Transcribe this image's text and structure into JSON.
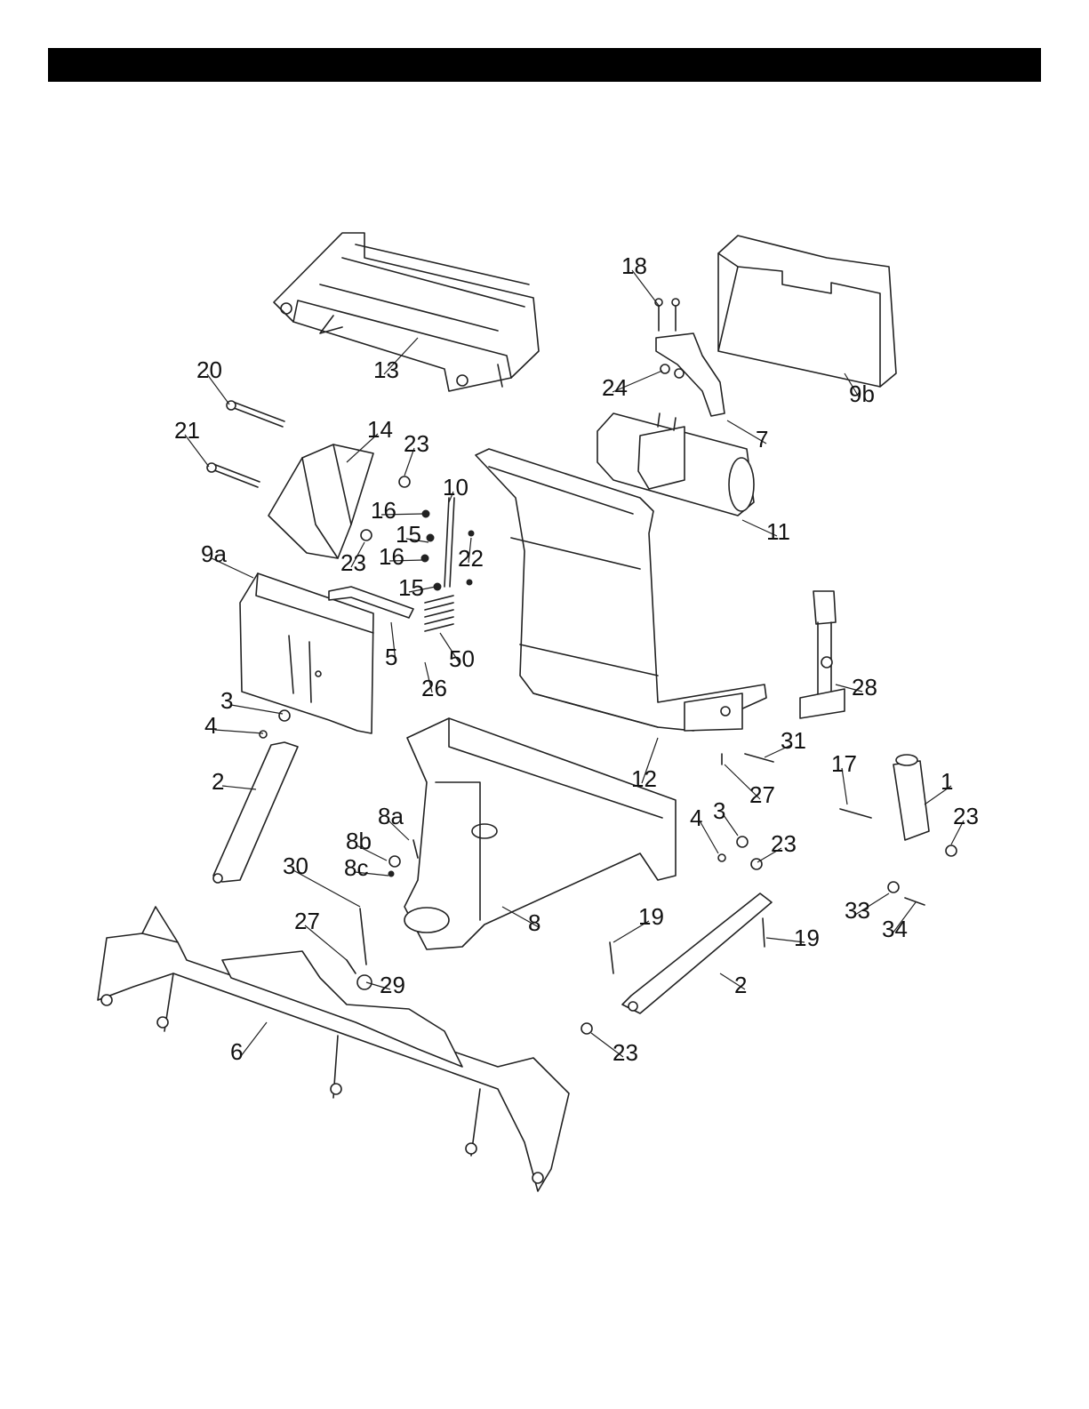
{
  "colors": {
    "header_bar": "#000000",
    "line_art": "#222222",
    "background": "#ffffff"
  },
  "callouts": [
    {
      "id": "c1",
      "label": "1"
    },
    {
      "id": "c2a",
      "label": "2"
    },
    {
      "id": "c2b",
      "label": "2"
    },
    {
      "id": "c3a",
      "label": "3"
    },
    {
      "id": "c3b",
      "label": "3"
    },
    {
      "id": "c4a",
      "label": "4"
    },
    {
      "id": "c4b",
      "label": "4"
    },
    {
      "id": "c5",
      "label": "5"
    },
    {
      "id": "c6",
      "label": "6"
    },
    {
      "id": "c7",
      "label": "7"
    },
    {
      "id": "c8",
      "label": "8"
    },
    {
      "id": "c8a",
      "label": "8a"
    },
    {
      "id": "c8b",
      "label": "8b"
    },
    {
      "id": "c8c",
      "label": "8c"
    },
    {
      "id": "c9a",
      "label": "9a"
    },
    {
      "id": "c9b",
      "label": "9b"
    },
    {
      "id": "c10",
      "label": "10"
    },
    {
      "id": "c11",
      "label": "11"
    },
    {
      "id": "c12",
      "label": "12"
    },
    {
      "id": "c13",
      "label": "13"
    },
    {
      "id": "c14",
      "label": "14"
    },
    {
      "id": "c15a",
      "label": "15"
    },
    {
      "id": "c15b",
      "label": "15"
    },
    {
      "id": "c16a",
      "label": "16"
    },
    {
      "id": "c16b",
      "label": "16"
    },
    {
      "id": "c17",
      "label": "17"
    },
    {
      "id": "c18",
      "label": "18"
    },
    {
      "id": "c19a",
      "label": "19"
    },
    {
      "id": "c19b",
      "label": "19"
    },
    {
      "id": "c20",
      "label": "20"
    },
    {
      "id": "c21",
      "label": "21"
    },
    {
      "id": "c22",
      "label": "22"
    },
    {
      "id": "c23a",
      "label": "23"
    },
    {
      "id": "c23b",
      "label": "23"
    },
    {
      "id": "c23c",
      "label": "23"
    },
    {
      "id": "c23d",
      "label": "23"
    },
    {
      "id": "c23e",
      "label": "23"
    },
    {
      "id": "c24",
      "label": "24"
    },
    {
      "id": "c26",
      "label": "26"
    },
    {
      "id": "c27a",
      "label": "27"
    },
    {
      "id": "c27b",
      "label": "27"
    },
    {
      "id": "c28",
      "label": "28"
    },
    {
      "id": "c29",
      "label": "29"
    },
    {
      "id": "c30",
      "label": "30"
    },
    {
      "id": "c31",
      "label": "31"
    },
    {
      "id": "c33",
      "label": "33"
    },
    {
      "id": "c34",
      "label": "34"
    },
    {
      "id": "c50",
      "label": "50"
    }
  ]
}
